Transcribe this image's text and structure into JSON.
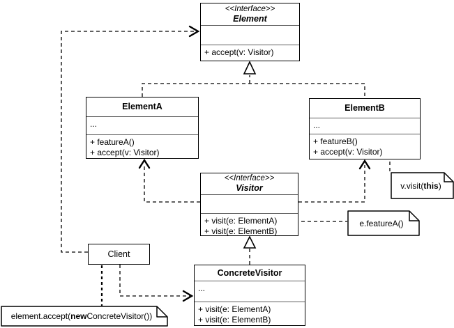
{
  "diagram": {
    "pattern_name": "Visitor",
    "background_color": "#ffffff",
    "line_color": "#000000"
  },
  "classes": {
    "element": {
      "stereotype": "<<Interface>>",
      "name": "Element",
      "methods": [
        "+ accept(v: Visitor)"
      ]
    },
    "elementA": {
      "name": "ElementA",
      "fields": [
        "..."
      ],
      "methods": [
        "+ featureA()",
        "+ accept(v: Visitor)"
      ]
    },
    "elementB": {
      "name": "ElementB",
      "fields": [
        "..."
      ],
      "methods": [
        "+ featureB()",
        "+ accept(v: Visitor)"
      ]
    },
    "visitor": {
      "stereotype": "<<Interface>>",
      "name": "Visitor",
      "methods": [
        "+ visit(e: ElementA)",
        "+ visit(e: ElementB)"
      ]
    },
    "client": {
      "name": "Client"
    },
    "concreteVisitor": {
      "name": "ConcreteVisitor",
      "fields": [
        "..."
      ],
      "methods": [
        "+ visit(e: ElementA)",
        "+ visit(e: ElementB)"
      ]
    }
  },
  "notes": {
    "vVisit": {
      "prefix": "v.visit(",
      "bold": "this",
      "suffix": ")"
    },
    "eFeatureA": {
      "text": "e.featureA()"
    },
    "elementAccept": {
      "prefix": "element.accept(",
      "bold": "new",
      "suffix": " ConcreteVisitor())"
    }
  },
  "relations": [
    {
      "from": "ElementA",
      "to": "Element",
      "type": "realization",
      "style": "dashed-hollow-triangle"
    },
    {
      "from": "ElementB",
      "to": "Element",
      "type": "realization",
      "style": "dashed-hollow-triangle"
    },
    {
      "from": "ConcreteVisitor",
      "to": "Visitor",
      "type": "realization",
      "style": "dashed-hollow-triangle"
    },
    {
      "from": "Client",
      "to": "Element",
      "type": "dependency",
      "style": "dashed-open-arrow"
    },
    {
      "from": "Client",
      "to": "ConcreteVisitor",
      "type": "dependency",
      "style": "dashed-open-arrow"
    },
    {
      "from": "Visitor",
      "to": "ElementA",
      "type": "dependency",
      "style": "dashed-open-arrow"
    },
    {
      "from": "Visitor",
      "to": "ElementB",
      "type": "dependency",
      "style": "dashed-open-arrow"
    },
    {
      "from": "ElementB.accept",
      "to": "note v.visit(this)",
      "type": "note-anchor",
      "style": "dashed-circle"
    },
    {
      "from": "Visitor.visit(e: ElementA)",
      "to": "note e.featureA()",
      "type": "note-anchor",
      "style": "dashed-circle"
    },
    {
      "from": "Client",
      "to": "note element.accept(new ConcreteVisitor())",
      "type": "note-anchor",
      "style": "dashed-thick"
    }
  ]
}
